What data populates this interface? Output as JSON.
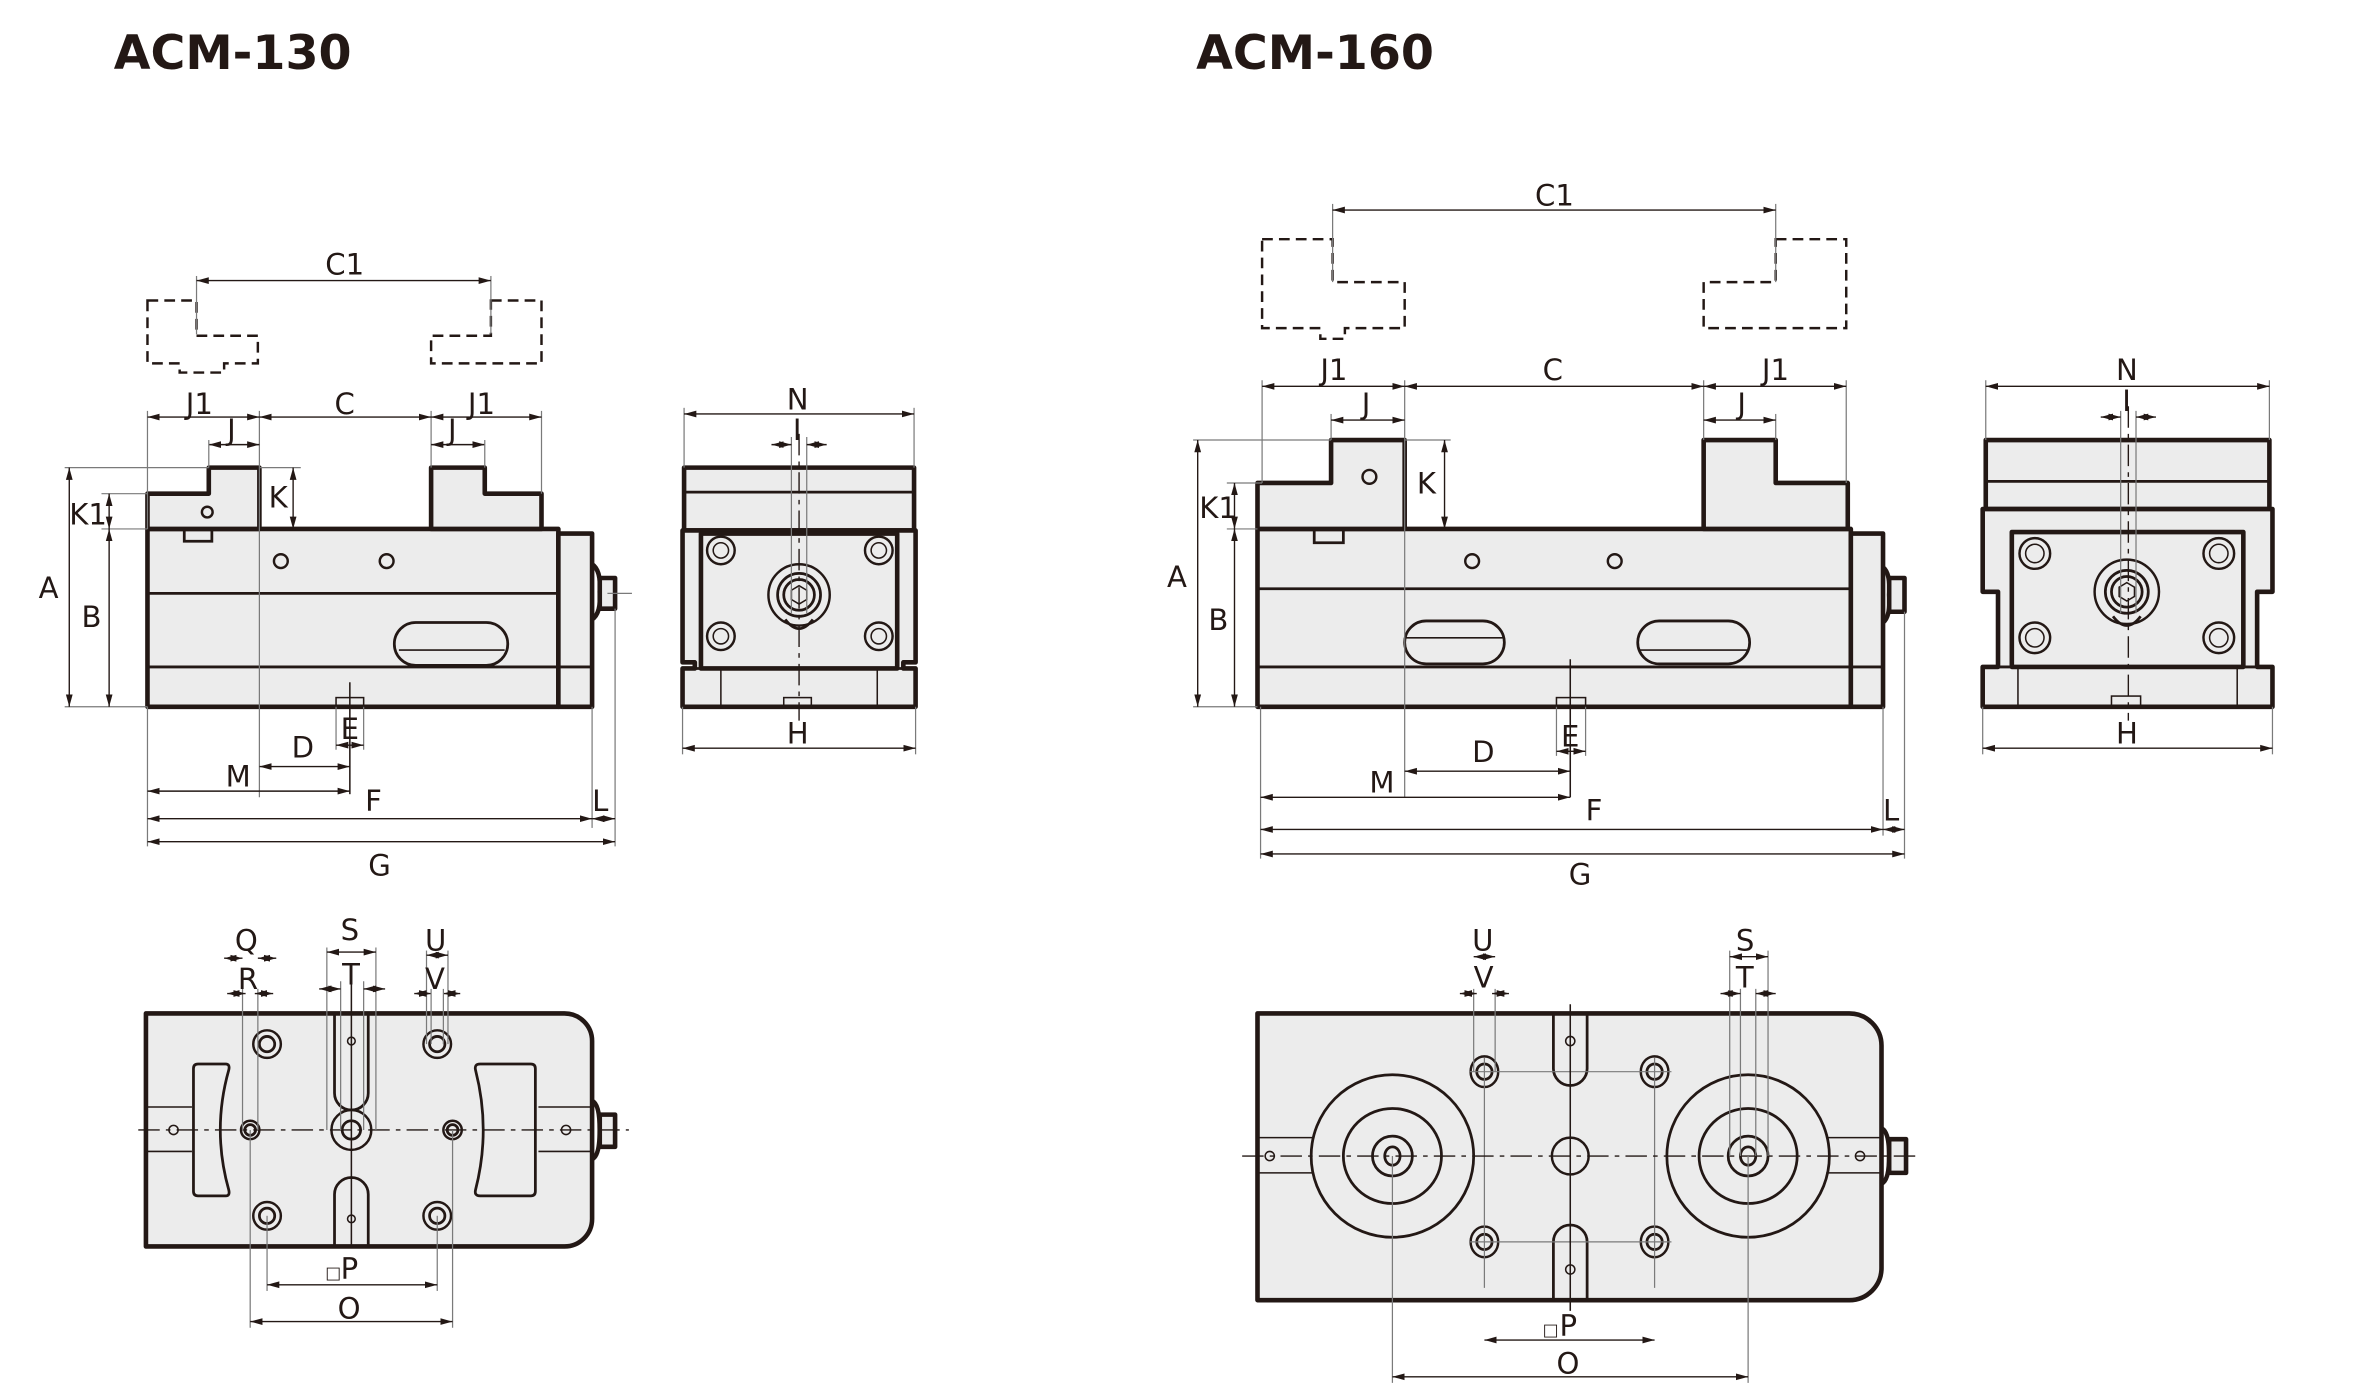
{
  "models": [
    {
      "title": "ACM-130",
      "front_view": {
        "labels": {
          "C1": "C1",
          "J1_left": "J1",
          "C": "C",
          "J1_right": "J1",
          "J_left": "J",
          "J_right": "J",
          "K": "K",
          "K1": "K1",
          "A": "A",
          "B": "B",
          "D": "D",
          "E": "E",
          "M": "M",
          "F": "F",
          "L": "L",
          "G": "G"
        }
      },
      "side_view": {
        "labels": {
          "N": "N",
          "I": "I",
          "H": "H"
        }
      },
      "bottom_view": {
        "labels": {
          "Q": "Q",
          "R": "R",
          "S": "S",
          "T": "T",
          "U": "U",
          "V": "V",
          "P": "P",
          "O": "O"
        },
        "square_symbol": "□"
      }
    },
    {
      "title": "ACM-160",
      "front_view": {
        "labels": {
          "C1": "C1",
          "J1_left": "J1",
          "C": "C",
          "J1_right": "J1",
          "J_left": "J",
          "J_right": "J",
          "K": "K",
          "K1": "K1",
          "A": "A",
          "B": "B",
          "D": "D",
          "E": "E",
          "M": "M",
          "F": "F",
          "L": "L",
          "G": "G"
        }
      },
      "side_view": {
        "labels": {
          "N": "N",
          "I": "I",
          "H": "H"
        }
      },
      "bottom_view": {
        "labels": {
          "U": "U",
          "V": "V",
          "S": "S",
          "T": "T",
          "P": "P",
          "O": "O"
        },
        "square_symbol": "□"
      }
    }
  ],
  "colors": {
    "line": "#231815",
    "fill": "#ececec",
    "background": "#ffffff"
  }
}
